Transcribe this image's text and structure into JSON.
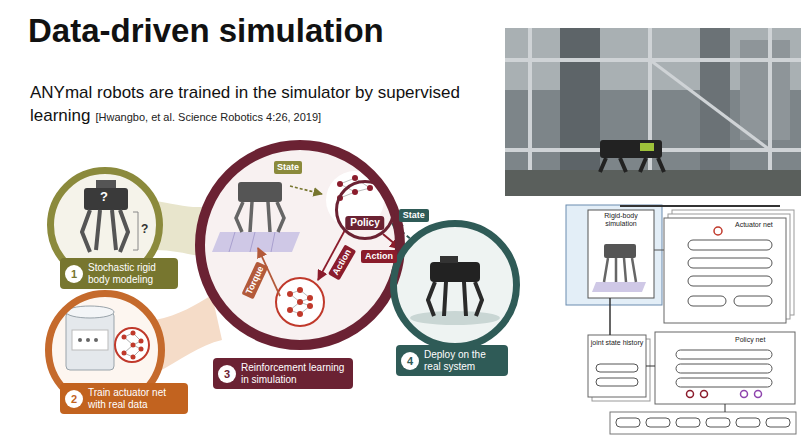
{
  "diagram": {
    "title": "Data-driven simulation",
    "nodes": [
      {
        "text": [
          "1",
          "Stochastic rigid body modeling"
        ]
      },
      {
        "text": [
          "2",
          "Train actuator net with real data"
        ]
      },
      {
        "text": [
          "3",
          "Reinforcement learning in simulation"
        ]
      },
      {
        "text": [
          "Policy"
        ],
        "in": 2
      },
      {
        "text": [
          "4",
          "Deploy on the real system"
        ]
      }
    ],
    "edges": [
      {
        "from": 4,
        "to": 3,
        "label": "State",
        "arrow": "to"
      },
      {
        "from": 3,
        "to": 4,
        "label": "Action",
        "arrow": "to"
      }
    ],
    "labels": [
      "ANYmal robots are trained in the simulator by supervised learning",
      "[Hwangbo, et al. Science Robotics 4:26, 2019]",
      "?",
      "?",
      "State",
      "Torque",
      "Action",
      "Rigid-body simulation",
      "Actuator net",
      "Policy net",
      "joint state history"
    ]
  }
}
